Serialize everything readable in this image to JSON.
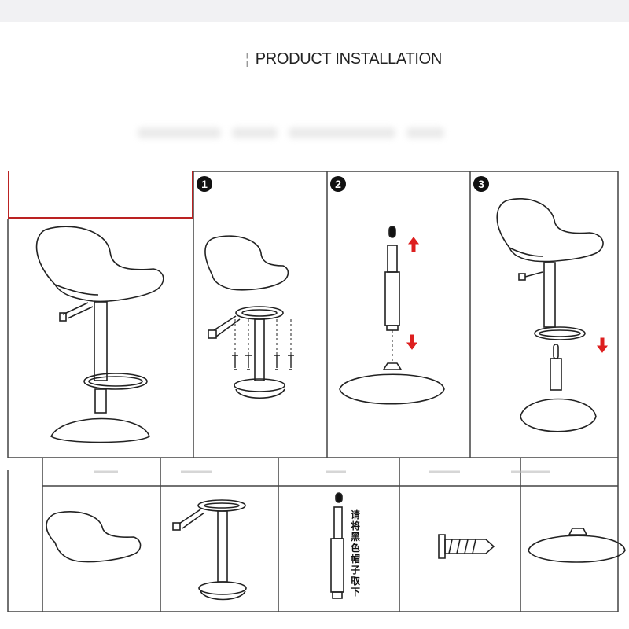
{
  "title": "PRODUCT INSTALLATION",
  "title_mark": "¦",
  "steps": [
    {
      "label": "1"
    },
    {
      "label": "2"
    },
    {
      "label": "3"
    }
  ],
  "chinese_note": [
    "请",
    "将",
    "黑",
    "色",
    "帽",
    "子",
    "取",
    "下"
  ],
  "colors": {
    "line": "#222222",
    "frame": "#444444",
    "arrow_red": "#dd1f1f",
    "tab_red": "#bb2222",
    "top_strip": "#f1f1f3"
  },
  "icons": [
    "step-1-badge-icon",
    "step-2-badge-icon",
    "step-3-badge-icon",
    "arrow-up-icon",
    "arrow-down-icon"
  ]
}
